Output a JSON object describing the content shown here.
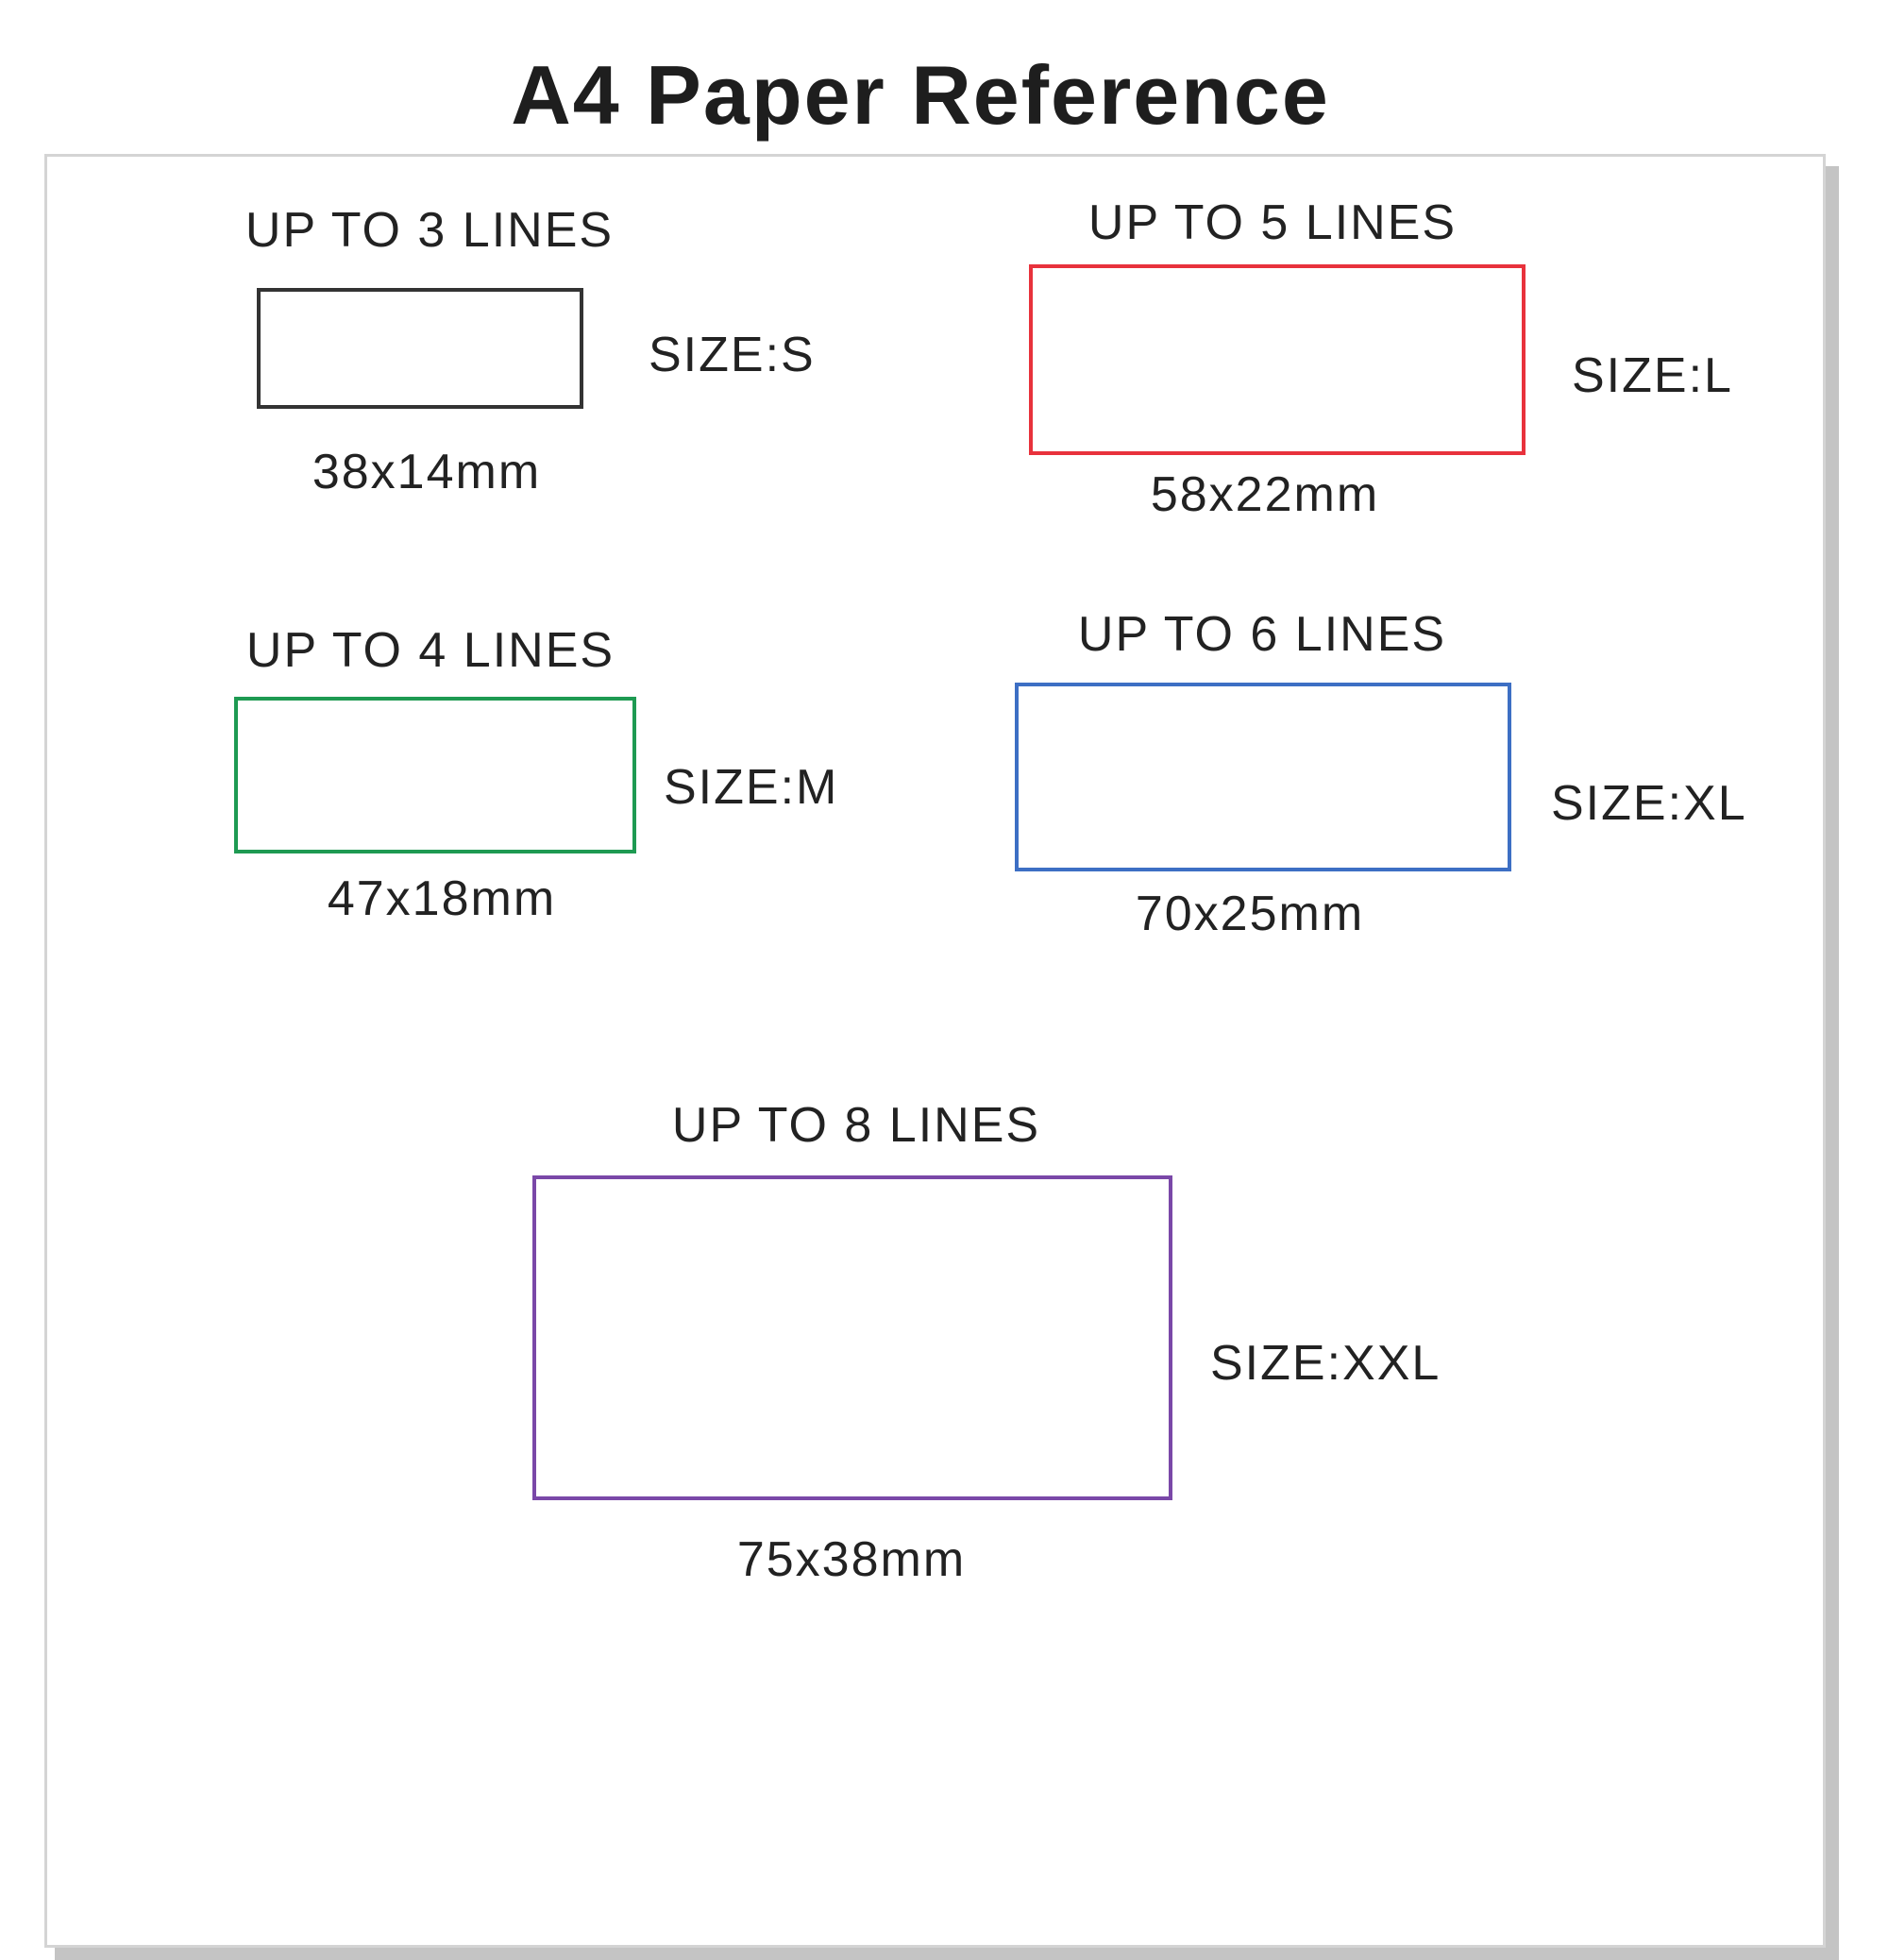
{
  "title": "A4 Paper Reference",
  "labels": [
    {
      "lines": "UP TO 3 LINES",
      "size": "SIZE:S",
      "dimensions": "38x14mm",
      "color": "#333333"
    },
    {
      "lines": "UP TO 5 LINES",
      "size": "SIZE:L",
      "dimensions": "58x22mm",
      "color": "#e8323c"
    },
    {
      "lines": "UP TO 4 LINES",
      "size": "SIZE:M",
      "dimensions": "47x18mm",
      "color": "#1e9a52"
    },
    {
      "lines": "UP TO 6 LINES",
      "size": "SIZE:XL",
      "dimensions": "70x25mm",
      "color": "#3d6fc4"
    },
    {
      "lines": "UP TO 8 LINES",
      "size": "SIZE:XXL",
      "dimensions": "75x38mm",
      "color": "#7a48a8"
    }
  ]
}
